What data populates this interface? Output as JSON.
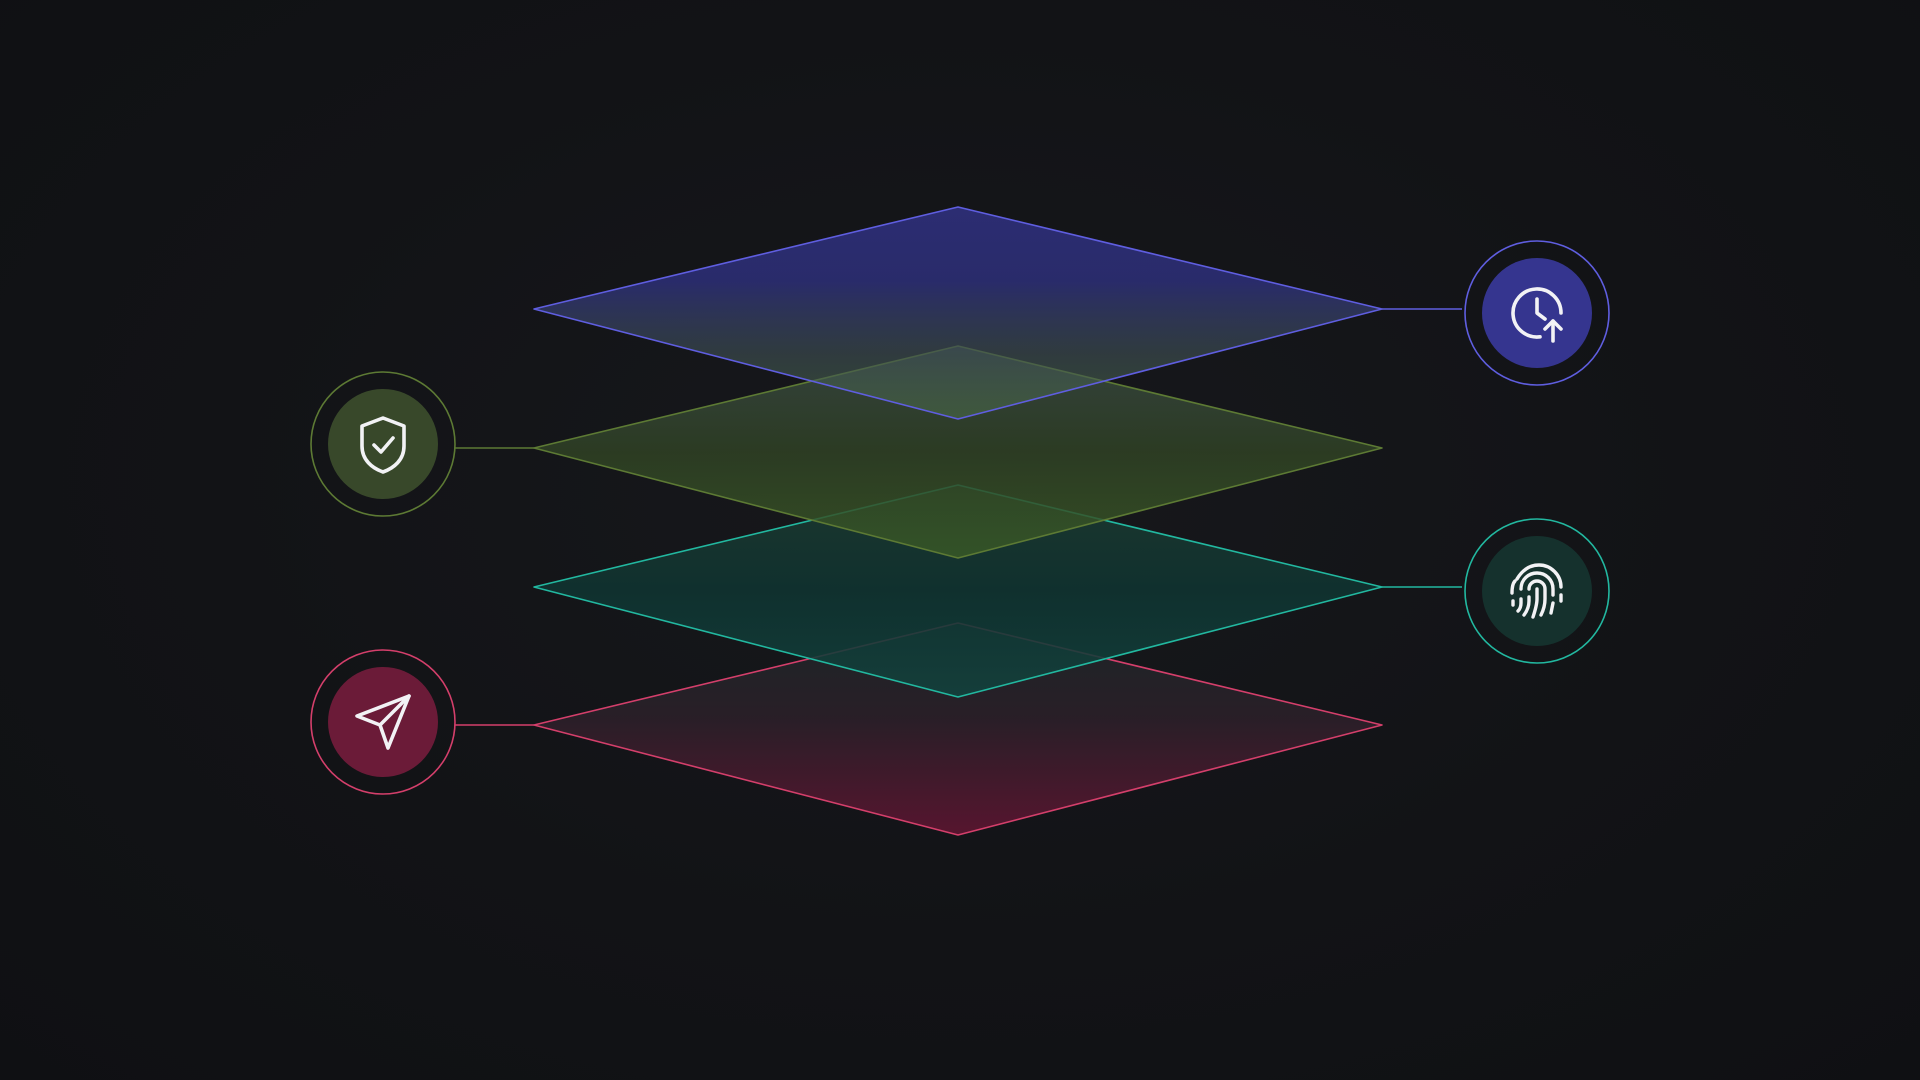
{
  "background_color": "#121316",
  "layers": [
    {
      "id": "layer-1",
      "accent": "#5f5ee0",
      "fill": "#2e2f7a",
      "icon": "clock-upload-icon",
      "badge_fill": "#35358f",
      "side": "right"
    },
    {
      "id": "layer-2",
      "accent": "#5d7a34",
      "fill": "#3a4d22",
      "icon": "shield-check-icon",
      "badge_fill": "#38482a",
      "side": "left"
    },
    {
      "id": "layer-3",
      "accent": "#22b8a0",
      "fill": "#103d37",
      "icon": "fingerprint-icon",
      "badge_fill": "#15312d",
      "side": "right"
    },
    {
      "id": "layer-4",
      "accent": "#d43f6b",
      "fill": "#5a1530",
      "icon": "send-icon",
      "badge_fill": "#6b1b38",
      "side": "left"
    }
  ]
}
